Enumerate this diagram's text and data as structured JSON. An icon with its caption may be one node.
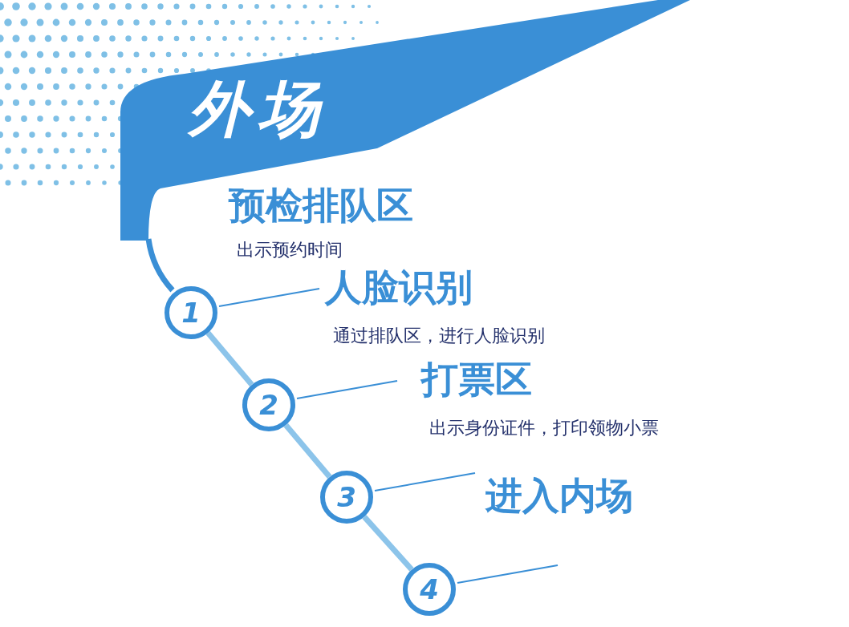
{
  "diagram": {
    "title": "外场",
    "nodes": [
      {
        "text": [
          "1"
        ],
        "beside": [
          "预检排队区",
          "出示预约时间"
        ]
      },
      {
        "text": [
          "2"
        ],
        "beside": [
          "人脸识别",
          "通过排队区，进行人脸识别"
        ]
      },
      {
        "text": [
          "3"
        ],
        "beside": [
          "打票区",
          "出示身份证件，打印领物小票"
        ]
      },
      {
        "text": [
          "4"
        ],
        "beside": [
          "进入内场"
        ]
      }
    ],
    "edges": [
      {
        "from": 0,
        "to": 1,
        "arrow": "none"
      },
      {
        "from": 1,
        "to": 2,
        "arrow": "none"
      },
      {
        "from": 2,
        "to": 3,
        "arrow": "none"
      }
    ]
  }
}
